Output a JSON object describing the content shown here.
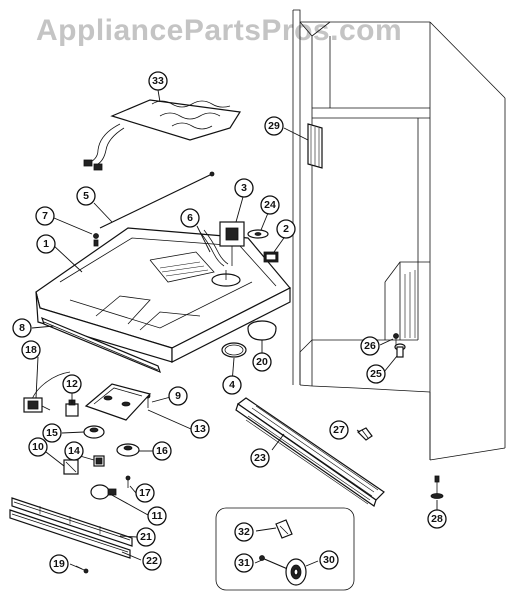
{
  "header": {
    "watermark": "AppliancePartsPros.com"
  },
  "callouts": [
    {
      "id": "1",
      "label": "1"
    },
    {
      "id": "2",
      "label": "2"
    },
    {
      "id": "3",
      "label": "3"
    },
    {
      "id": "4",
      "label": "4"
    },
    {
      "id": "5",
      "label": "5"
    },
    {
      "id": "6",
      "label": "6"
    },
    {
      "id": "7",
      "label": "7"
    },
    {
      "id": "8",
      "label": "8"
    },
    {
      "id": "9",
      "label": "9"
    },
    {
      "id": "10",
      "label": "10"
    },
    {
      "id": "11",
      "label": "11"
    },
    {
      "id": "12",
      "label": "12"
    },
    {
      "id": "13",
      "label": "13"
    },
    {
      "id": "14",
      "label": "14"
    },
    {
      "id": "15",
      "label": "15"
    },
    {
      "id": "16",
      "label": "16"
    },
    {
      "id": "17",
      "label": "17"
    },
    {
      "id": "18",
      "label": "18"
    },
    {
      "id": "19",
      "label": "19"
    },
    {
      "id": "20",
      "label": "20"
    },
    {
      "id": "21",
      "label": "21"
    },
    {
      "id": "22",
      "label": "22"
    },
    {
      "id": "23",
      "label": "23"
    },
    {
      "id": "24",
      "label": "24"
    },
    {
      "id": "25",
      "label": "25"
    },
    {
      "id": "26",
      "label": "26"
    },
    {
      "id": "27",
      "label": "27"
    },
    {
      "id": "28",
      "label": "28"
    },
    {
      "id": "29",
      "label": "29"
    },
    {
      "id": "30",
      "label": "30"
    },
    {
      "id": "31",
      "label": "31"
    },
    {
      "id": "32",
      "label": "32"
    },
    {
      "id": "33",
      "label": "33"
    }
  ]
}
